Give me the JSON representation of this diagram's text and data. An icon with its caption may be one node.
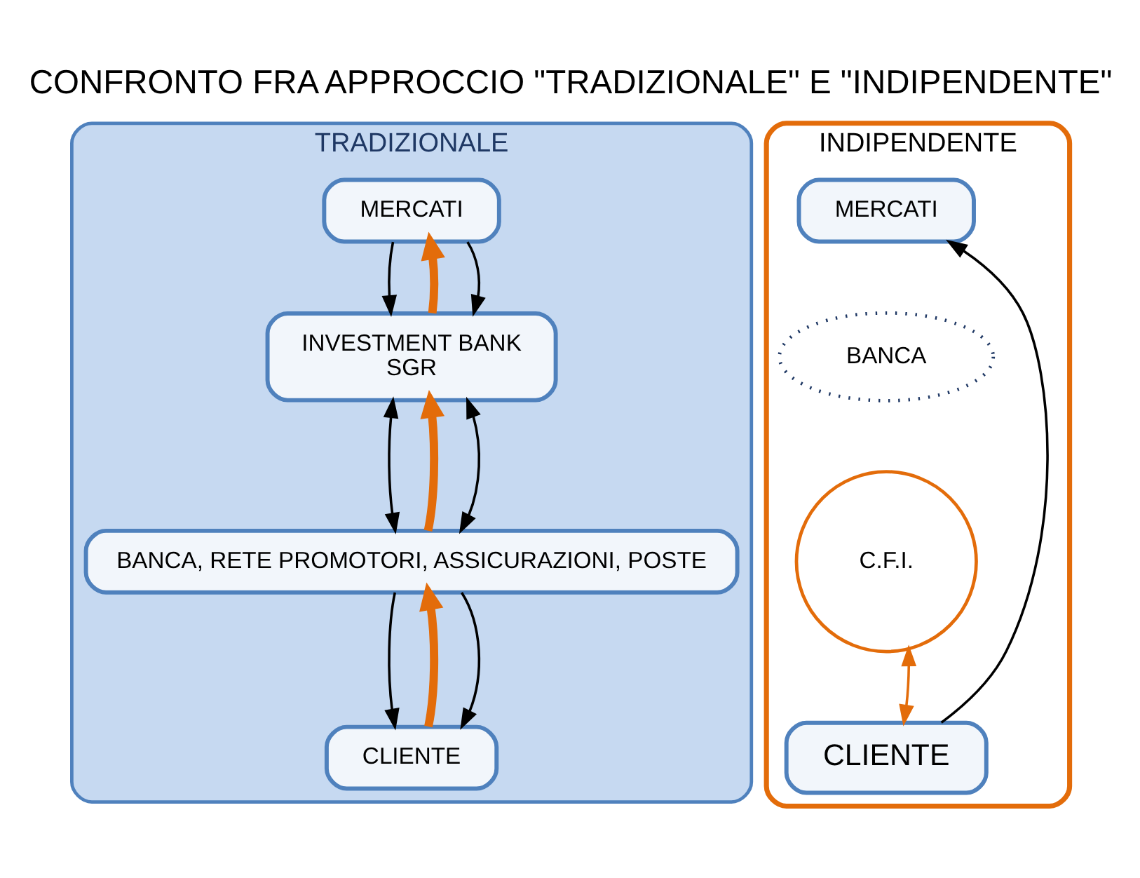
{
  "diagram": {
    "title": "CONFRONTO FRA APPROCCIO \"TRADIZIONALE\" E \"INDIPENDENTE\"",
    "nodes": [
      {
        "text": [
          "TRADIZIONALE"
        ]
      },
      {
        "text": [
          "MERCATI"
        ],
        "in": 0
      },
      {
        "text": [
          "INVESTMENT BANK",
          "SGR"
        ],
        "in": 0
      },
      {
        "text": [
          "BANCA, RETE PROMOTORI, ASSICURAZIONI, POSTE"
        ],
        "in": 0
      },
      {
        "text": [
          "CLIENTE"
        ],
        "in": 0
      },
      {
        "text": [
          "INDIPENDENTE"
        ]
      },
      {
        "text": [
          "MERCATI"
        ],
        "in": 5
      },
      {
        "text": [
          "BANCA"
        ],
        "in": 5
      },
      {
        "text": [
          "C.F.I."
        ],
        "in": 5
      },
      {
        "text": [
          "CLIENTE"
        ],
        "in": 5
      }
    ],
    "edges": [
      {
        "from": 1,
        "to": 2,
        "arrow": "to"
      },
      {
        "from": 2,
        "to": 1,
        "arrow": "to",
        "style": "thick",
        "color": "#e36c0a"
      },
      {
        "from": 1,
        "to": 2,
        "arrow": "to"
      },
      {
        "from": 2,
        "to": 3,
        "arrow": "both"
      },
      {
        "from": 3,
        "to": 2,
        "arrow": "to",
        "style": "thick",
        "color": "#e36c0a"
      },
      {
        "from": 2,
        "to": 3,
        "arrow": "both"
      },
      {
        "from": 3,
        "to": 4,
        "arrow": "to"
      },
      {
        "from": 4,
        "to": 3,
        "arrow": "to",
        "style": "thick",
        "color": "#e36c0a"
      },
      {
        "from": 3,
        "to": 4,
        "arrow": "to"
      },
      {
        "from": 9,
        "to": 6,
        "arrow": "to"
      },
      {
        "from": 8,
        "to": 9,
        "arrow": "both",
        "color": "#e36c0a"
      }
    ]
  }
}
